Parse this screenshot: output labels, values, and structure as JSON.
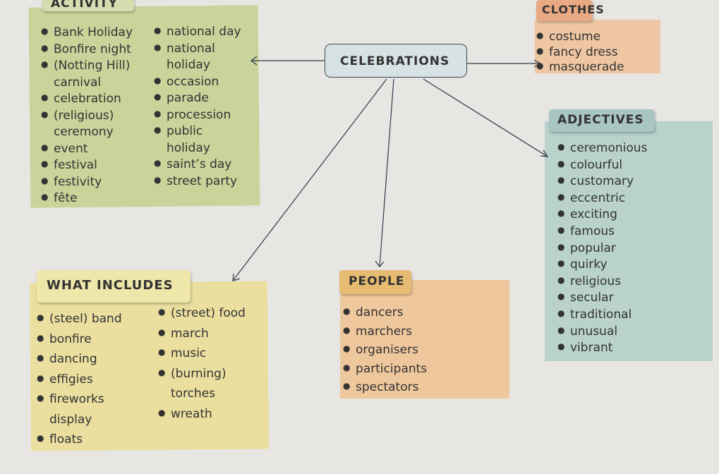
{
  "sections": {
    "activity": {
      "title": "ACTIVITY",
      "col1": [
        {
          "text": "Bank Holiday",
          "bullet": true
        },
        {
          "text": "Bonfire night",
          "bullet": true
        },
        {
          "text": "(Notting Hill)",
          "bullet": true
        },
        {
          "text": "carnival",
          "bullet": false
        },
        {
          "text": "celebration",
          "bullet": true
        },
        {
          "text": "(religious)",
          "bullet": true
        },
        {
          "text": "ceremony",
          "bullet": false
        },
        {
          "text": "event",
          "bullet": true
        },
        {
          "text": "festival",
          "bullet": true
        },
        {
          "text": "festivity",
          "bullet": true
        },
        {
          "text": "fête",
          "bullet": true
        }
      ],
      "col2": [
        {
          "text": "national day",
          "bullet": true
        },
        {
          "text": "national",
          "bullet": true
        },
        {
          "text": "holiday",
          "bullet": false
        },
        {
          "text": "occasion",
          "bullet": true
        },
        {
          "text": "parade",
          "bullet": true
        },
        {
          "text": "procession",
          "bullet": true
        },
        {
          "text": "public",
          "bullet": true
        },
        {
          "text": "holiday",
          "bullet": false
        },
        {
          "text": "saint’s day",
          "bullet": true
        },
        {
          "text": "street party",
          "bullet": true
        }
      ]
    },
    "clothes": {
      "title": "CLOTHES",
      "items": [
        {
          "text": "costume",
          "bullet": true
        },
        {
          "text": "fancy dress",
          "bullet": true
        },
        {
          "text": "masquerade",
          "bullet": true
        }
      ]
    },
    "celebrations": {
      "title": "CELEBRATIONS"
    },
    "adjectives": {
      "title": "ADJECTIVES",
      "items": [
        {
          "text": "ceremonious",
          "bullet": true
        },
        {
          "text": "colourful",
          "bullet": true
        },
        {
          "text": "customary",
          "bullet": true
        },
        {
          "text": "eccentric",
          "bullet": true
        },
        {
          "text": "exciting",
          "bullet": true
        },
        {
          "text": "famous",
          "bullet": true
        },
        {
          "text": "popular",
          "bullet": true
        },
        {
          "text": "quirky",
          "bullet": true
        },
        {
          "text": "religious",
          "bullet": true
        },
        {
          "text": "secular",
          "bullet": true
        },
        {
          "text": "traditional",
          "bullet": true
        },
        {
          "text": "unusual",
          "bullet": true
        },
        {
          "text": "vibrant",
          "bullet": true
        }
      ]
    },
    "what_includes": {
      "title": "WHAT INCLUDES",
      "col1": [
        {
          "text": "(steel) band",
          "bullet": true
        },
        {
          "text": "bonfire",
          "bullet": true
        },
        {
          "text": "dancing",
          "bullet": true
        },
        {
          "text": "effigies",
          "bullet": true
        },
        {
          "text": "fireworks",
          "bullet": true
        },
        {
          "text": "display",
          "bullet": false
        },
        {
          "text": "floats",
          "bullet": true
        }
      ],
      "col2": [
        {
          "text": "(street) food",
          "bullet": true
        },
        {
          "text": "march",
          "bullet": true
        },
        {
          "text": "music",
          "bullet": true
        },
        {
          "text": "(burning)",
          "bullet": true
        },
        {
          "text": "torches",
          "bullet": false
        },
        {
          "text": "wreath",
          "bullet": true
        }
      ]
    },
    "people": {
      "title": "PEOPLE",
      "items": [
        {
          "text": "dancers",
          "bullet": true
        },
        {
          "text": "marchers",
          "bullet": true
        },
        {
          "text": "organisers",
          "bullet": true
        },
        {
          "text": "participants",
          "bullet": true
        },
        {
          "text": "spectators",
          "bullet": true
        }
      ]
    }
  },
  "colors": {
    "activity_panel": "#c9d39a",
    "activity_tab": "#d6dcb0",
    "clothes_panel": "#efc6a3",
    "clothes_tab": "#e8a983",
    "adjectives_panel": "#b9d2cc",
    "adjectives_tab": "#a9c6c2",
    "what_panel": "#eadf9f",
    "what_tab": "#efe6a9",
    "people_panel": "#efc79c",
    "people_tab": "#e6bb72",
    "center_box": "#d7e2e4"
  }
}
